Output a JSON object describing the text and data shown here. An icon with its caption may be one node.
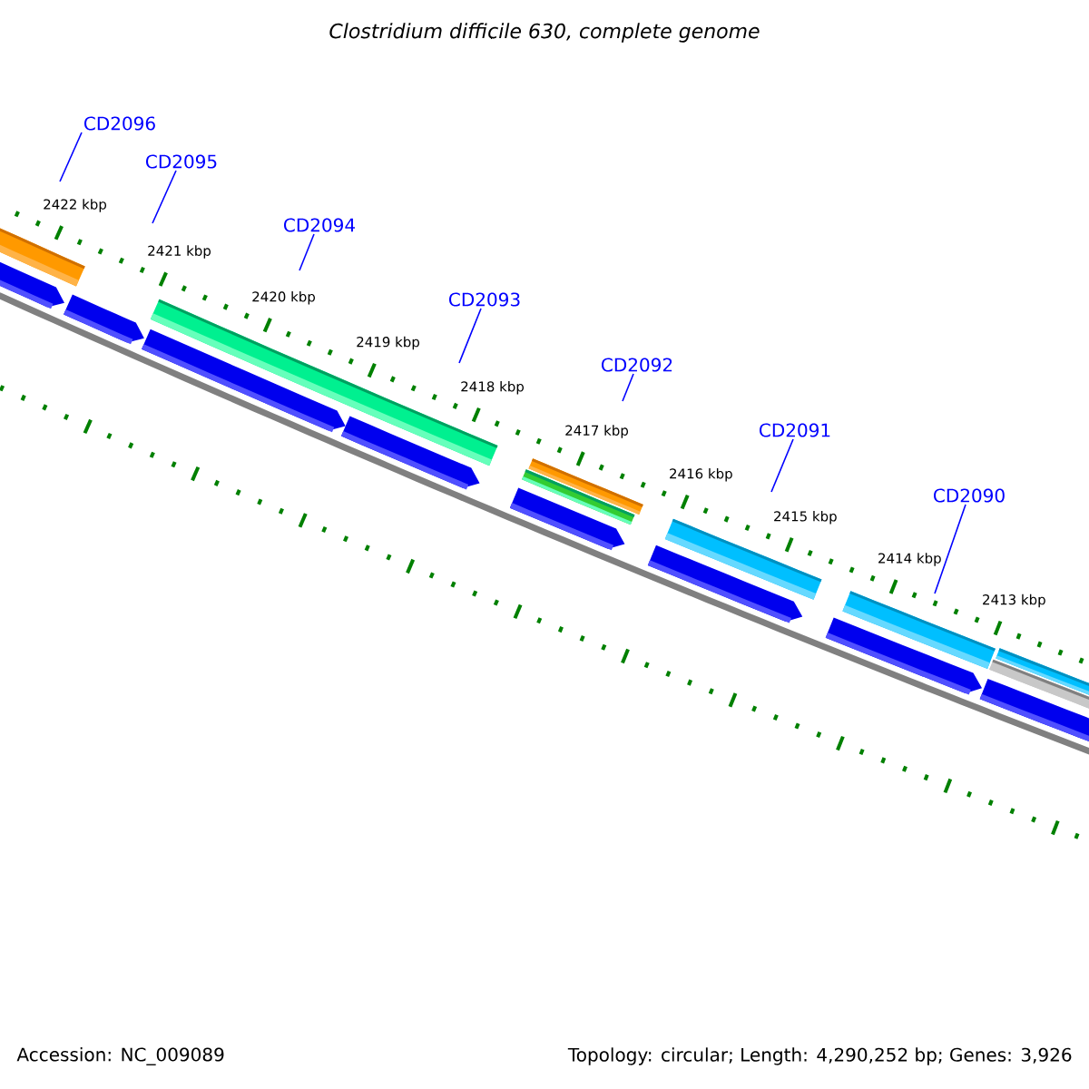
{
  "diagram": {
    "title": "Clostridium difficile 630, complete genome",
    "nodes": [
      {
        "text": [
          "CD2096"
        ]
      },
      {
        "text": [
          "CD2095"
        ]
      },
      {
        "text": [
          "CD2094"
        ]
      },
      {
        "text": [
          "CD2093"
        ]
      },
      {
        "text": [
          "CD2092"
        ]
      },
      {
        "text": [
          "CD2091"
        ]
      },
      {
        "text": [
          "CD2090"
        ]
      }
    ],
    "edges": [
      {
        "from": 0,
        "to": null,
        "arrow": "none"
      },
      {
        "from": 1,
        "to": null,
        "arrow": "none"
      },
      {
        "from": 2,
        "to": null,
        "arrow": "none"
      },
      {
        "from": 3,
        "to": null,
        "arrow": "none"
      },
      {
        "from": 4,
        "to": null,
        "arrow": "none"
      },
      {
        "from": 5,
        "to": null,
        "arrow": "none"
      },
      {
        "from": 6,
        "to": null,
        "arrow": "none"
      }
    ],
    "labels": [
      "2422 kbp",
      "2421 kbp",
      "2420 kbp",
      "2419 kbp",
      "2418 kbp",
      "2417 kbp",
      "2416 kbp",
      "2415 kbp",
      "2414 kbp",
      "2413 kbp",
      "Accession: NC_009089",
      "Topology: circular; Length: 4,290,252 bp; Genes: 3,926"
    ]
  }
}
